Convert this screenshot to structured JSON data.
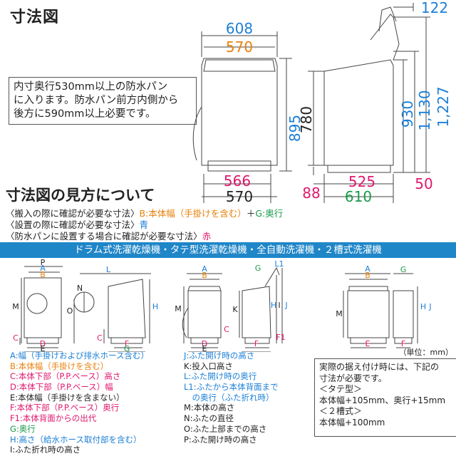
{
  "title": "寸法図",
  "note": {
    "lines": [
      "内寸奥行530mm以上の防水パン",
      "に入ります。防水パン前方内側から",
      "後方に590mm以上必要です。"
    ]
  },
  "main_dims": {
    "width_608": "608",
    "width_570_top": "570",
    "depth_566": "566",
    "width_570_bottom": "570",
    "height_895": "895",
    "height_780": "780",
    "top_122": "122",
    "h_930": "930",
    "h_1130": "1,130",
    "h_1227": "1,227",
    "depth_525": "525",
    "depth_610": "610",
    "left_88": "88",
    "right_50": "50"
  },
  "howto": {
    "heading": "寸法図の見方について",
    "line1": {
      "prefix": "〈搬入の際に確認が必要な寸法〉",
      "b": "B:本体幅（手掛けを含む）",
      "plus": "＋",
      "g": "G:奥行"
    },
    "line2": {
      "prefix": "〈設置の際に確認が必要な寸法〉",
      "color": "青"
    },
    "line3": {
      "prefix": "〈防水パンに設置する場合に確認が必要な寸法〉",
      "color": "赤"
    }
  },
  "banner": "ドラム式洗濯乾燥機・タテ型洗濯乾燥機・全自動洗濯機・２槽式洗濯機",
  "key_left": [
    {
      "text": "A:幅（手掛けおよび排水ホース含む）",
      "color": "#1c7fd6"
    },
    {
      "text": "B:本体幅（手掛けを含む）",
      "color": "#e8820c"
    },
    {
      "text": "C:本体下部（P.P.ベース）高さ",
      "color": "#e0186e"
    },
    {
      "text": "D:本体下部（P.P.ベース）幅",
      "color": "#e0186e"
    },
    {
      "text": "E:本体幅（手掛けを含まない）",
      "color": "#222222"
    },
    {
      "text": "F:本体下部（P.P.ベース）奥行",
      "color": "#e0186e"
    },
    {
      "text": "F1:本体背面からの出代",
      "color": "#e0186e"
    },
    {
      "text": "G:奥行",
      "color": "#1a9a4a"
    },
    {
      "text": "H:高さ（給水ホース取付部を含む）",
      "color": "#1c7fd6"
    },
    {
      "text": "I:ふた折れ時の高さ",
      "color": "#222222"
    }
  ],
  "key_right": [
    {
      "text": "J:ふた開け時の高さ",
      "color": "#1c7fd6"
    },
    {
      "text": "K:投入口高さ",
      "color": "#222222"
    },
    {
      "text": "L:ふた開け時の奥行",
      "color": "#1c7fd6"
    },
    {
      "text": "L1:ふたから本体背面まで",
      "color": "#1c7fd6"
    },
    {
      "text": "　の奥行（ふた折れ時）",
      "color": "#1c7fd6"
    },
    {
      "text": "M:本体の高さ",
      "color": "#222222"
    },
    {
      "text": "N:ふたの直径",
      "color": "#222222"
    },
    {
      "text": "O:ふた上部までの高さ",
      "color": "#222222"
    },
    {
      "text": "P:ふた開け時の高さ",
      "color": "#222222"
    }
  ],
  "unit": "（単位：mm）",
  "note2": {
    "lines": [
      "実際の据え付け時には、下記の",
      "寸法が必要です。",
      "＜タテ型＞",
      "本体幅+105mm、奥行+15mm",
      "＜２槽式＞",
      "本体幅+100mm"
    ]
  },
  "diagram_letters": {
    "P": "P",
    "A": "A",
    "B": "B",
    "M": "M",
    "C": "C",
    "D": "D",
    "E": "E",
    "L": "L",
    "N": "N",
    "O": "O",
    "H": "H",
    "F": "F",
    "G": "G",
    "K": "K",
    "I": "I",
    "J": "J",
    "L1": "L1",
    "F1": "F1"
  },
  "colors": {
    "blue": "#1c7fd6",
    "orange": "#e8820c",
    "red": "#e0186e",
    "green": "#1a9a4a",
    "banner": "#1f86c8"
  }
}
